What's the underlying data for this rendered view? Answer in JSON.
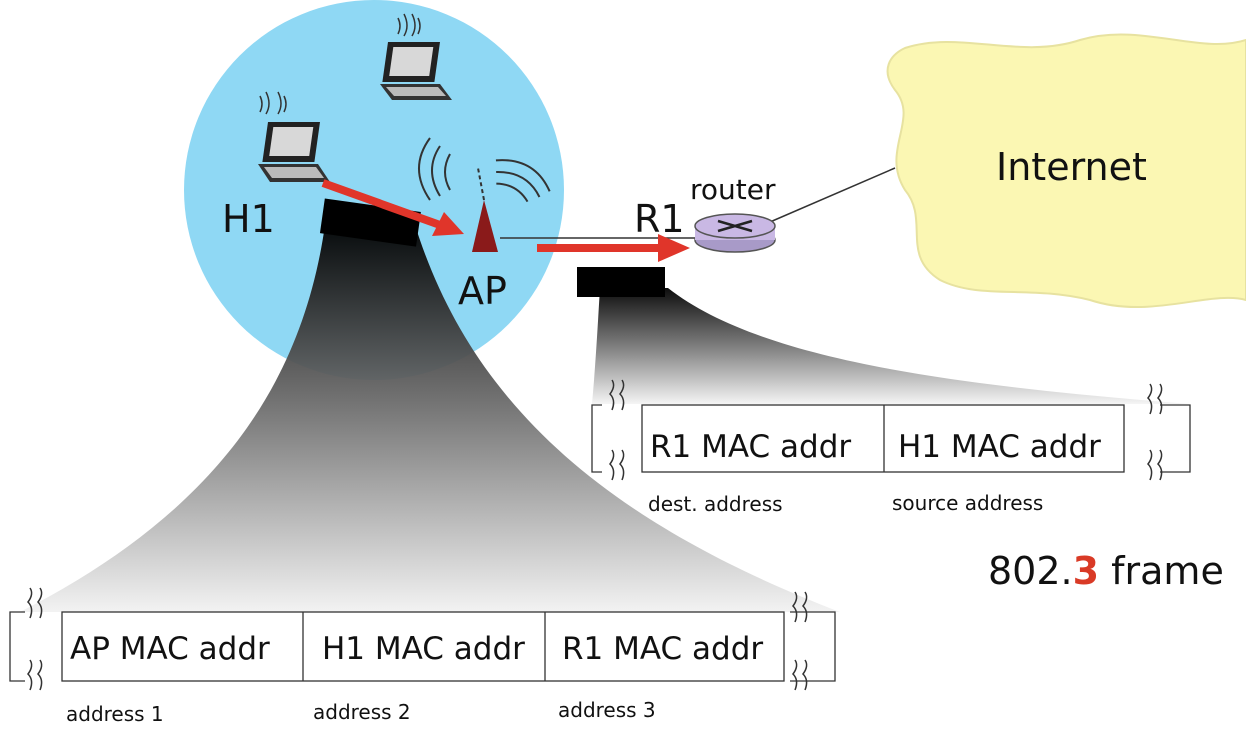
{
  "labels": {
    "host": "H1",
    "ap": "AP",
    "router_name": "R1",
    "router_caption": "router",
    "internet": "Internet"
  },
  "wifi_frame": {
    "cells": [
      "AP MAC addr",
      "H1 MAC addr",
      "R1 MAC addr"
    ],
    "captions": [
      "address 1",
      "address 2",
      "address 3"
    ]
  },
  "ethernet_frame": {
    "cells": [
      "R1 MAC addr",
      "H1 MAC addr"
    ],
    "captions": [
      "dest. address",
      "source address"
    ],
    "title_prefix": "802.",
    "title_highlight": "3",
    "title_suffix": " frame"
  },
  "colors": {
    "bss_circle": "#8fd8f4",
    "internet_cloud": "#fbf7b3",
    "arrow": "#e0352a",
    "router": "#c9b8e4",
    "ap_antenna": "#8a1a1a",
    "title_highlight": "#d93a26"
  }
}
